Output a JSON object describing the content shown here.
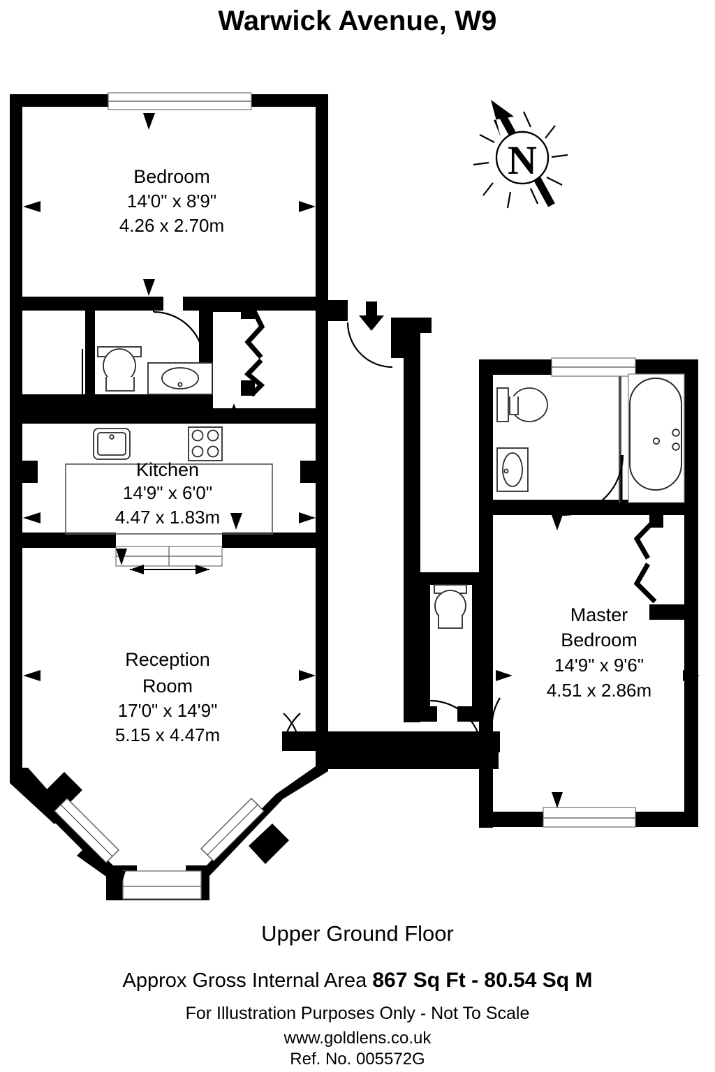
{
  "header": {
    "title": "Warwick Avenue, W9"
  },
  "compass": {
    "label": "N",
    "name": "compass-rose"
  },
  "plan": {
    "floor_label": "Upper Ground Floor",
    "rooms": [
      {
        "id": "bedroom",
        "name": "Bedroom",
        "name_line2": "",
        "imperial": "14'0\" x 8'9\"",
        "metric": "4.26 x 2.70m"
      },
      {
        "id": "kitchen",
        "name": "Kitchen",
        "name_line2": "",
        "imperial": "14'9\" x 6'0\"",
        "metric": "4.47 x 1.83m"
      },
      {
        "id": "reception-room",
        "name": "Reception",
        "name_line2": "Room",
        "imperial": "17'0\" x 14'9\"",
        "metric": "5.15 x 4.47m"
      },
      {
        "id": "master-bedroom",
        "name": "Master",
        "name_line2": "Bedroom",
        "imperial": "14'9\" x 9'6\"",
        "metric": "4.51 x 2.86m"
      }
    ]
  },
  "footer": {
    "area_prefix": "Approx Gross Internal Area ",
    "area_value": "867 Sq Ft  - 80.54 Sq M",
    "illustration": "For Illustration Purposes Only - Not To Scale",
    "website": "www.goldlens.co.uk",
    "reference": "Ref. No. 005572G"
  },
  "colors": {
    "wall": "#000000",
    "background": "#ffffff",
    "fixture_stroke": "#1a1a1a"
  }
}
